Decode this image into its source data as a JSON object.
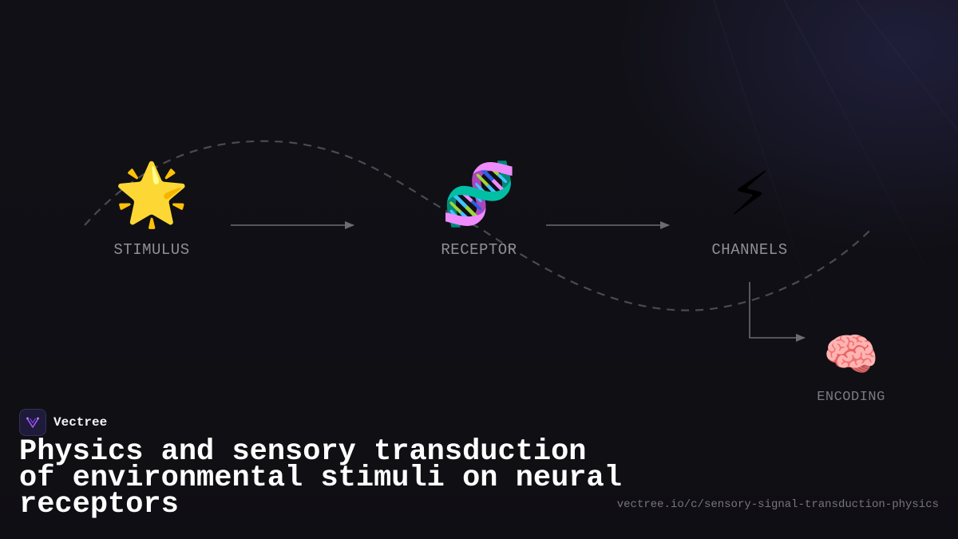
{
  "brand": {
    "name": "Vectree"
  },
  "title": "Physics and sensory transduction of environmental stimuli on neural receptors",
  "url": "vectree.io/c/sensory-signal-transduction-physics",
  "diagram": {
    "nodes": [
      {
        "id": "stimulus",
        "emoji": "🌟",
        "icon": "glowing-star-icon",
        "label": "STIMULUS"
      },
      {
        "id": "receptor",
        "emoji": "🧬",
        "icon": "dna-icon",
        "label": "RECEPTOR"
      },
      {
        "id": "channels",
        "emoji": "⚡",
        "icon": "lightning-bolt-icon",
        "label": "CHANNELS"
      },
      {
        "id": "encoding",
        "emoji": "🧠",
        "icon": "brain-icon",
        "label": "ENCODING"
      }
    ],
    "edges": [
      {
        "from": "stimulus",
        "to": "receptor"
      },
      {
        "from": "receptor",
        "to": "channels"
      },
      {
        "from": "channels",
        "to": "encoding"
      }
    ]
  },
  "colors": {
    "background": "#111016",
    "arrow": "#6b6b72",
    "dashed_curve": "#4a4a50",
    "label": "#8f8e96",
    "title": "#ffffff",
    "logo_accent": "#a855f7"
  }
}
